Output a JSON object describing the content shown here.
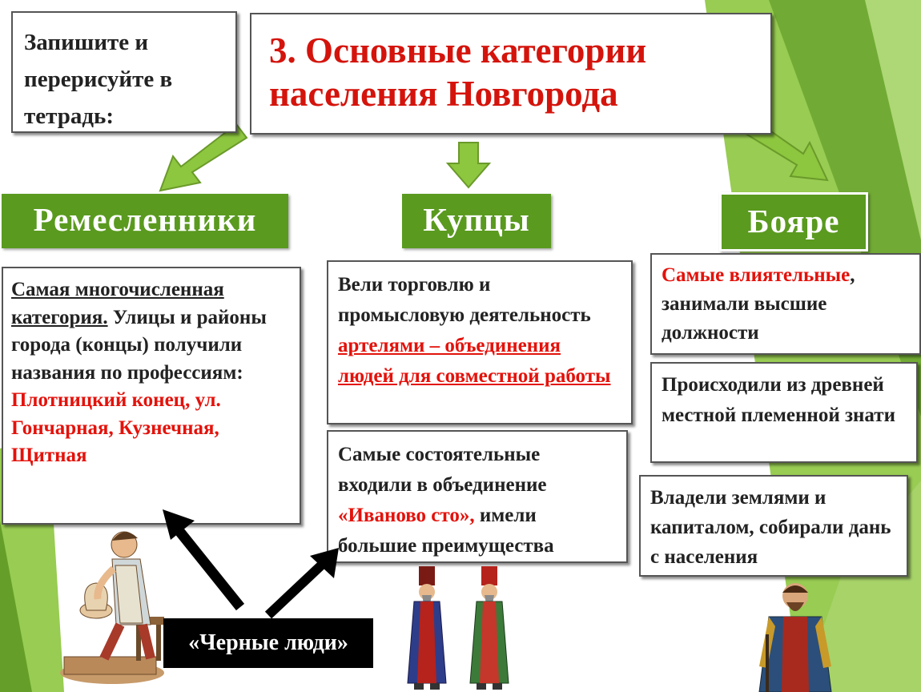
{
  "instruction": "Запишите и перерисуйте в тетрадь:",
  "title": "3. Основные категории населения Новгорода",
  "categories": {
    "artisans": "Ремесленники",
    "merchants": "Купцы",
    "boyars": "Бояре"
  },
  "artisans_box": {
    "lead_underlined": "Самая многочисленная категория.",
    "text": " Улицы и районы города (концы) получили названия по профессиям:",
    "red_text": "Плотницкий конец, ул. Гончарная, Кузнечная, Щитная"
  },
  "merchants_box1": {
    "text": "Вели торговлю и промысловую деятельность ",
    "red_underlined": "артелями – объединения людей для совместной работы"
  },
  "merchants_box2": {
    "text": "Самые состоятельные входили в объединение ",
    "red_text": "«Иваново сто»,",
    "text_after": " имели большие преимущества"
  },
  "boyars_box1": {
    "red_text": "Самые влиятельные",
    "text": ", занимали высшие должности"
  },
  "boyars_box2": {
    "text": "Происходили из древней местной племенной знати"
  },
  "boyars_box3": {
    "text": "Владели землями и капиталом, собирали дань с населения"
  },
  "black_people": "«Черные люди»",
  "colors": {
    "green_header": "#5a9a1f",
    "arrow_green": "#8dc63f",
    "red_text": "#e3120b",
    "title_red": "#d4140c"
  }
}
